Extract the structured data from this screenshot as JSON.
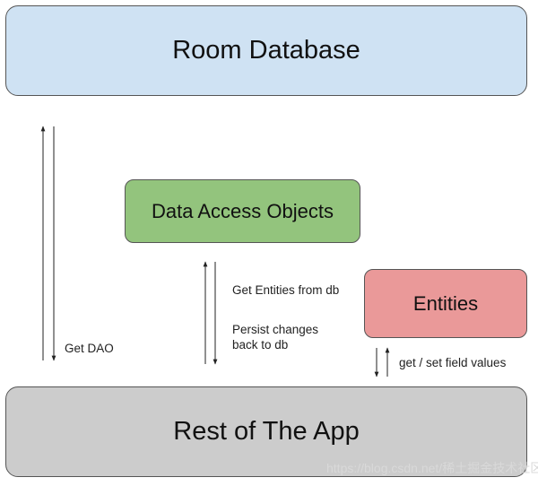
{
  "boxes": {
    "room_database": "Room Database",
    "data_access_objects": "Data Access Objects",
    "entities": "Entities",
    "rest_of_app": "Rest of The App"
  },
  "labels": {
    "get_dao": "Get DAO",
    "get_entities": "Get Entities from db",
    "persist_changes_line1": "Persist changes",
    "persist_changes_line2": "back to db",
    "get_set_fields": "get / set field values"
  },
  "watermark": "https://blog.csdn.net/稀土掘金技术社区",
  "colors": {
    "room": "#cfe2f3",
    "dao": "#93c47d",
    "entities": "#ea9999",
    "app": "#cccccc"
  }
}
